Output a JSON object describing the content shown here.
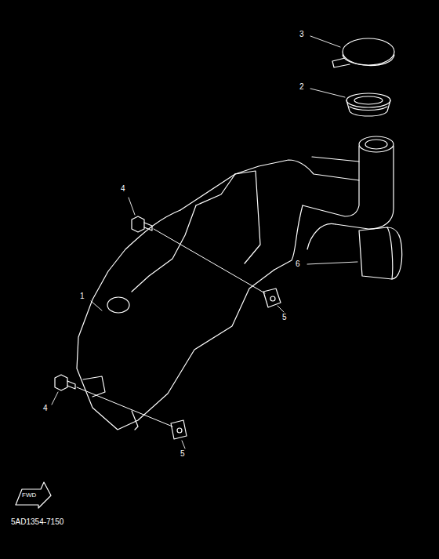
{
  "diagram": {
    "labels": [
      "3",
      "2",
      "4",
      "6",
      "1",
      "5",
      "4",
      "5",
      "FWD",
      "5AD1354-7150"
    ]
  }
}
